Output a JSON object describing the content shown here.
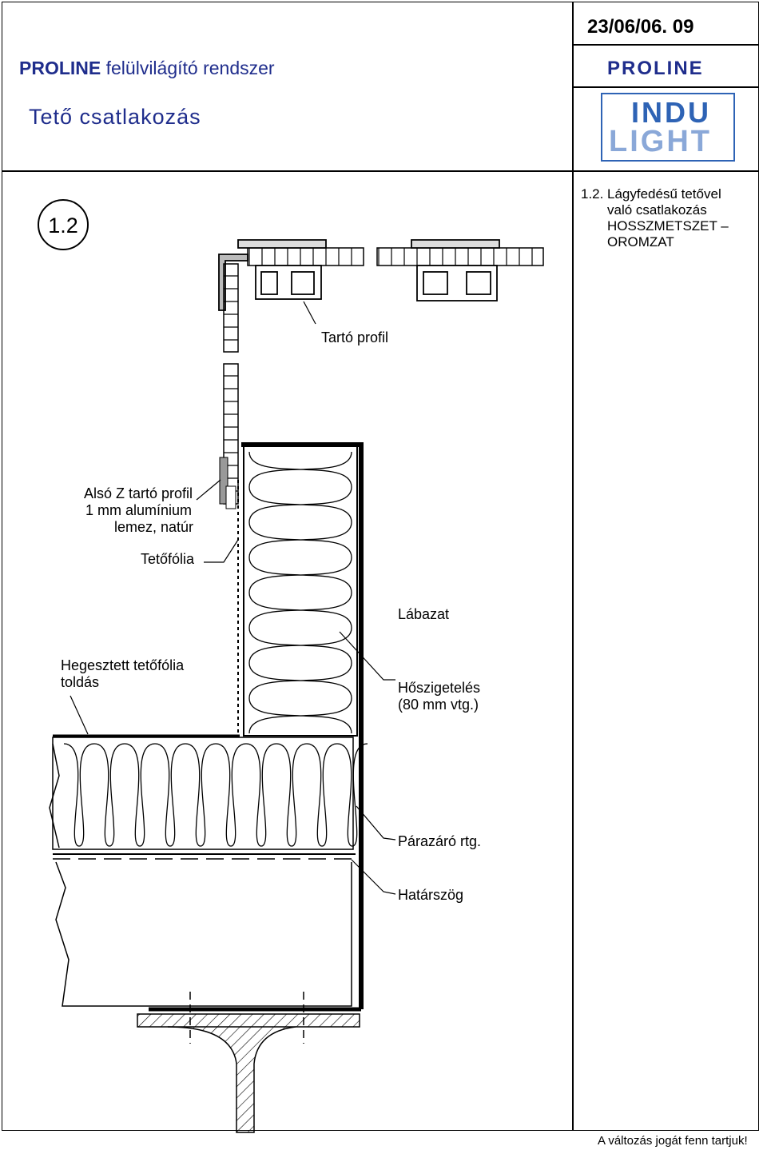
{
  "header": {
    "date": "23/06/06. 09",
    "system_title_bold": "PROLINE",
    "system_title_rest": "felülvilágító rendszer",
    "brand": "PROLINE",
    "subtitle": "Tető csatlakozás",
    "logo_line1": "INDU",
    "logo_line2": "LIGHT"
  },
  "detail": {
    "badge": "1.2",
    "note_number": "1.2.",
    "note_lines": [
      "Lágyfedésű tetővel",
      "való csatlakozás",
      "HOSSZMETSZET –",
      "OROMZAT"
    ]
  },
  "labels": {
    "tarto_profil": "Tartó profil",
    "also_z_1": "Alsó Z tartó profil",
    "also_z_2": "1 mm alumínium",
    "also_z_3": "lemez, natúr",
    "tetofolia": "Tetőfólia",
    "labazat": "Lábazat",
    "hegesztett_1": "Hegesztett tetőfólia",
    "hegesztett_2": "toldás",
    "hoszig_1": "Hőszigetelés",
    "hoszig_2": "(80 mm vtg.)",
    "parazaro": "Párazáró rtg.",
    "hatarszog": "Határszög"
  },
  "footer": "A változás jogát fenn tartjuk!",
  "colors": {
    "brand_blue": "#1f2d8c",
    "logo_blue": "#2e63b5",
    "logo_light": "#8aa8d8"
  }
}
